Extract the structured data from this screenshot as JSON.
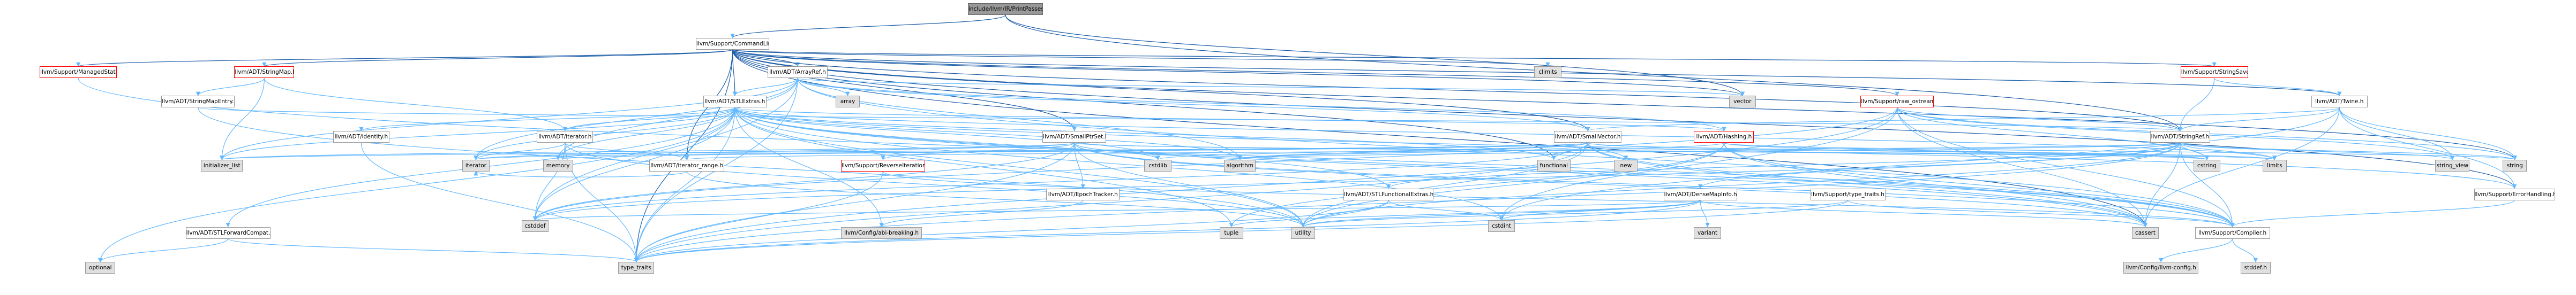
{
  "graph": {
    "nodes": {
      "root": "include/llvm/IR/PrintPasses.h",
      "commandline": "llvm/Support/CommandLine.h",
      "managedstatic": "llvm/Support/ManagedStatic.h",
      "stringmap": "llvm/ADT/StringMap.h",
      "arrayref": "llvm/ADT/ArrayRef.h",
      "climits": "climits",
      "stringsaver": "llvm/Support/StringSaver.h",
      "stringmapentry": "llvm/ADT/StringMapEntry.h",
      "array": "array",
      "stlextras": "llvm/ADT/STLExtras.h",
      "vector": "vector",
      "rawostream": "llvm/Support/raw_ostream.h",
      "twine": "llvm/ADT/Twine.h",
      "identity": "llvm/ADT/identity.h",
      "iterator": "llvm/ADT/iterator.h",
      "smallptrset": "llvm/ADT/SmallPtrSet.h",
      "smallvector": "llvm/ADT/SmallVector.h",
      "hashing": "llvm/ADT/Hashing.h",
      "stringref": "llvm/ADT/StringRef.h",
      "initializer_list": "initializer_list",
      "iterator_std": "iterator",
      "memory": "memory",
      "iterator_range": "llvm/ADT/iterator_range.h",
      "reverseiteration": "llvm/Support/ReverseIteration.h",
      "cstdlib": "cstdlib",
      "algorithm": "algorithm",
      "functional": "functional",
      "new": "new",
      "cstring": "cstring",
      "limits": "limits",
      "string_view": "string_view",
      "string": "string",
      "epochtracker": "llvm/ADT/EpochTracker.h",
      "stlfunctionalextras": "llvm/ADT/STLFunctionalExtras.h",
      "densemapinfo": "llvm/ADT/DenseMapInfo.h",
      "typetraits_llvm": "llvm/Support/type_traits.h",
      "errorhandling": "llvm/Support/ErrorHandling.h",
      "stlforwardcompat": "llvm/ADT/STLForwardCompat.h",
      "abibreaking": "llvm/Config/abi-breaking.h",
      "cstddef": "cstddef",
      "tuple": "tuple",
      "utility": "utility",
      "cstdint": "cstdint",
      "variant": "variant",
      "cassert": "cassert",
      "compiler": "llvm/Support/Compiler.h",
      "optional": "optional",
      "type_traits": "type_traits",
      "llvmconfig": "llvm/Config/llvm-config.h",
      "stddef": "stddef.h"
    }
  }
}
